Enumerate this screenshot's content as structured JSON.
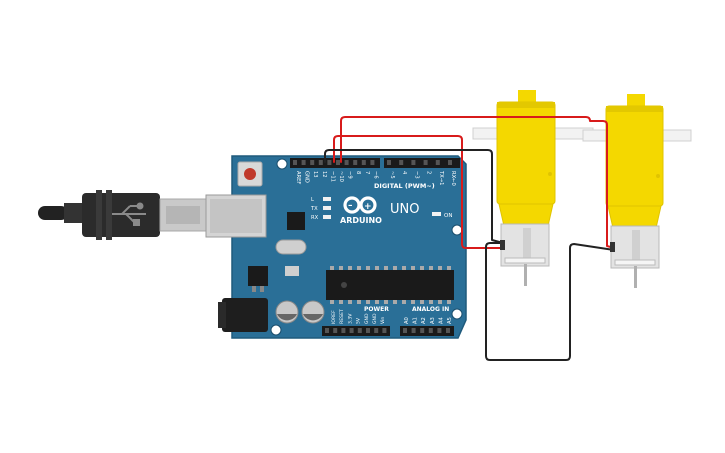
{
  "board": {
    "logo_text": "ARDUINO",
    "model": "UNO",
    "digital_header": "DIGITAL (PWM~)",
    "power_header": "POWER",
    "analog_header": "ANALOG IN",
    "on_label": "ON",
    "led_labels": {
      "l": "L",
      "tx": "TX",
      "rx": "RX"
    },
    "digital_pins": [
      "AREF",
      "GND",
      "13",
      "12",
      "~11",
      "~10",
      "~9",
      "8",
      "7",
      "~6",
      "~5",
      "4",
      "~3",
      "2",
      "TX→1",
      "RX←0"
    ],
    "power_pins": [
      "IOREF",
      "RESET",
      "3.3V",
      "5V",
      "GND",
      "GND",
      "Vin"
    ],
    "analog_pins": [
      "A0",
      "A1",
      "A2",
      "A3",
      "A4",
      "A5"
    ]
  },
  "components": {
    "usb_cable": "usb-cable",
    "motor_1": "dc-gear-motor-1",
    "motor_2": "dc-gear-motor-2"
  },
  "colors": {
    "board": "#2a6f97",
    "motor_body": "#f4d800",
    "wire_red": "#d81b1b",
    "wire_black": "#222222"
  }
}
